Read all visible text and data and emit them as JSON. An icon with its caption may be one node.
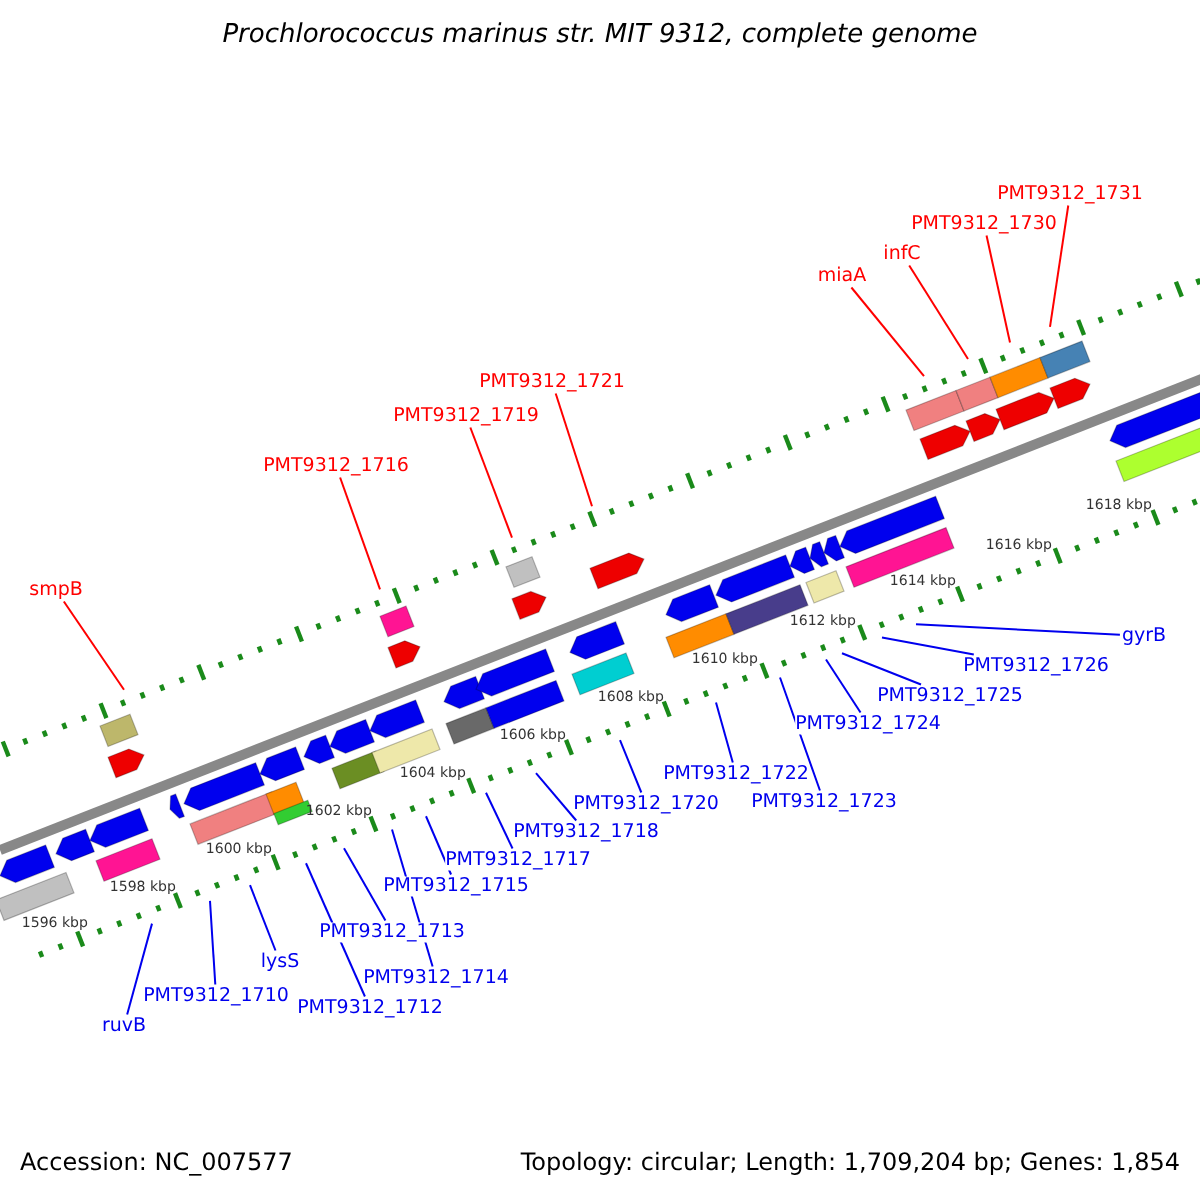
{
  "diagram": {
    "title": "Prochlorococcus marinus str. MIT 9312, complete genome",
    "nodes": [
      {
        "text": [
          "smpB"
        ]
      },
      {
        "text": [
          "PMT9312_1716"
        ]
      },
      {
        "text": [
          "PMT9312_1719"
        ]
      },
      {
        "text": [
          "PMT9312_1721"
        ]
      },
      {
        "text": [
          "miaA"
        ]
      },
      {
        "text": [
          "infC"
        ]
      },
      {
        "text": [
          "PMT9312_1730"
        ]
      },
      {
        "text": [
          "PMT9312_1731"
        ]
      },
      {
        "text": [
          "ruvB"
        ]
      },
      {
        "text": [
          "PMT9312_1710"
        ]
      },
      {
        "text": [
          "lysS"
        ]
      },
      {
        "text": [
          "PMT9312_1712"
        ]
      },
      {
        "text": [
          "PMT9312_1713"
        ]
      },
      {
        "text": [
          "PMT9312_1714"
        ]
      },
      {
        "text": [
          "PMT9312_1715"
        ]
      },
      {
        "text": [
          "PMT9312_1717"
        ]
      },
      {
        "text": [
          "PMT9312_1718"
        ]
      },
      {
        "text": [
          "PMT9312_1720"
        ]
      },
      {
        "text": [
          "PMT9312_1722"
        ]
      },
      {
        "text": [
          "PMT9312_1723"
        ]
      },
      {
        "text": [
          "PMT9312_1724"
        ]
      },
      {
        "text": [
          "PMT9312_1725"
        ]
      },
      {
        "text": [
          "PMT9312_1726"
        ]
      },
      {
        "text": [
          "gyrB"
        ]
      }
    ],
    "edges": [
      {
        "from": 0,
        "to": null,
        "arrow": "none",
        "color": "#ff0000"
      },
      {
        "from": 1,
        "to": null,
        "arrow": "none",
        "color": "#ff0000"
      },
      {
        "from": 2,
        "to": null,
        "arrow": "none",
        "color": "#ff0000"
      },
      {
        "from": 3,
        "to": null,
        "arrow": "none",
        "color": "#ff0000"
      },
      {
        "from": 4,
        "to": null,
        "arrow": "none",
        "color": "#ff0000"
      },
      {
        "from": 5,
        "to": null,
        "arrow": "none",
        "color": "#ff0000"
      },
      {
        "from": 6,
        "to": null,
        "arrow": "none",
        "color": "#ff0000"
      },
      {
        "from": 7,
        "to": null,
        "arrow": "none",
        "color": "#ff0000"
      },
      {
        "from": 8,
        "to": null,
        "arrow": "none"
      },
      {
        "from": 9,
        "to": null,
        "arrow": "none"
      },
      {
        "from": 10,
        "to": null,
        "arrow": "none"
      },
      {
        "from": 11,
        "to": null,
        "arrow": "none"
      },
      {
        "from": 12,
        "to": null,
        "arrow": "none"
      },
      {
        "from": 13,
        "to": null,
        "arrow": "none"
      },
      {
        "from": 14,
        "to": null,
        "arrow": "none"
      },
      {
        "from": 15,
        "to": null,
        "arrow": "none"
      },
      {
        "from": 16,
        "to": null,
        "arrow": "none"
      },
      {
        "from": 17,
        "to": null,
        "arrow": "none"
      },
      {
        "from": 18,
        "to": null,
        "arrow": "none"
      },
      {
        "from": 19,
        "to": null,
        "arrow": "none"
      },
      {
        "from": 20,
        "to": null,
        "arrow": "none"
      },
      {
        "from": 21,
        "to": null,
        "arrow": "none"
      },
      {
        "from": 22,
        "to": null,
        "arrow": "none"
      },
      {
        "from": 23,
        "to": null,
        "arrow": "none"
      }
    ],
    "labels": [
      "1596 kbp",
      "1598 kbp",
      "1600 kbp",
      "1602 kbp",
      "1604 kbp",
      "1606 kbp",
      "1608 kbp",
      "1610 kbp",
      "1612 kbp",
      "1614 kbp",
      "1616 kbp",
      "1618 kbp",
      "Accession: NC_007577",
      "Topology: circular; Length: 1,709,204 bp; Genes: 1,854"
    ]
  }
}
